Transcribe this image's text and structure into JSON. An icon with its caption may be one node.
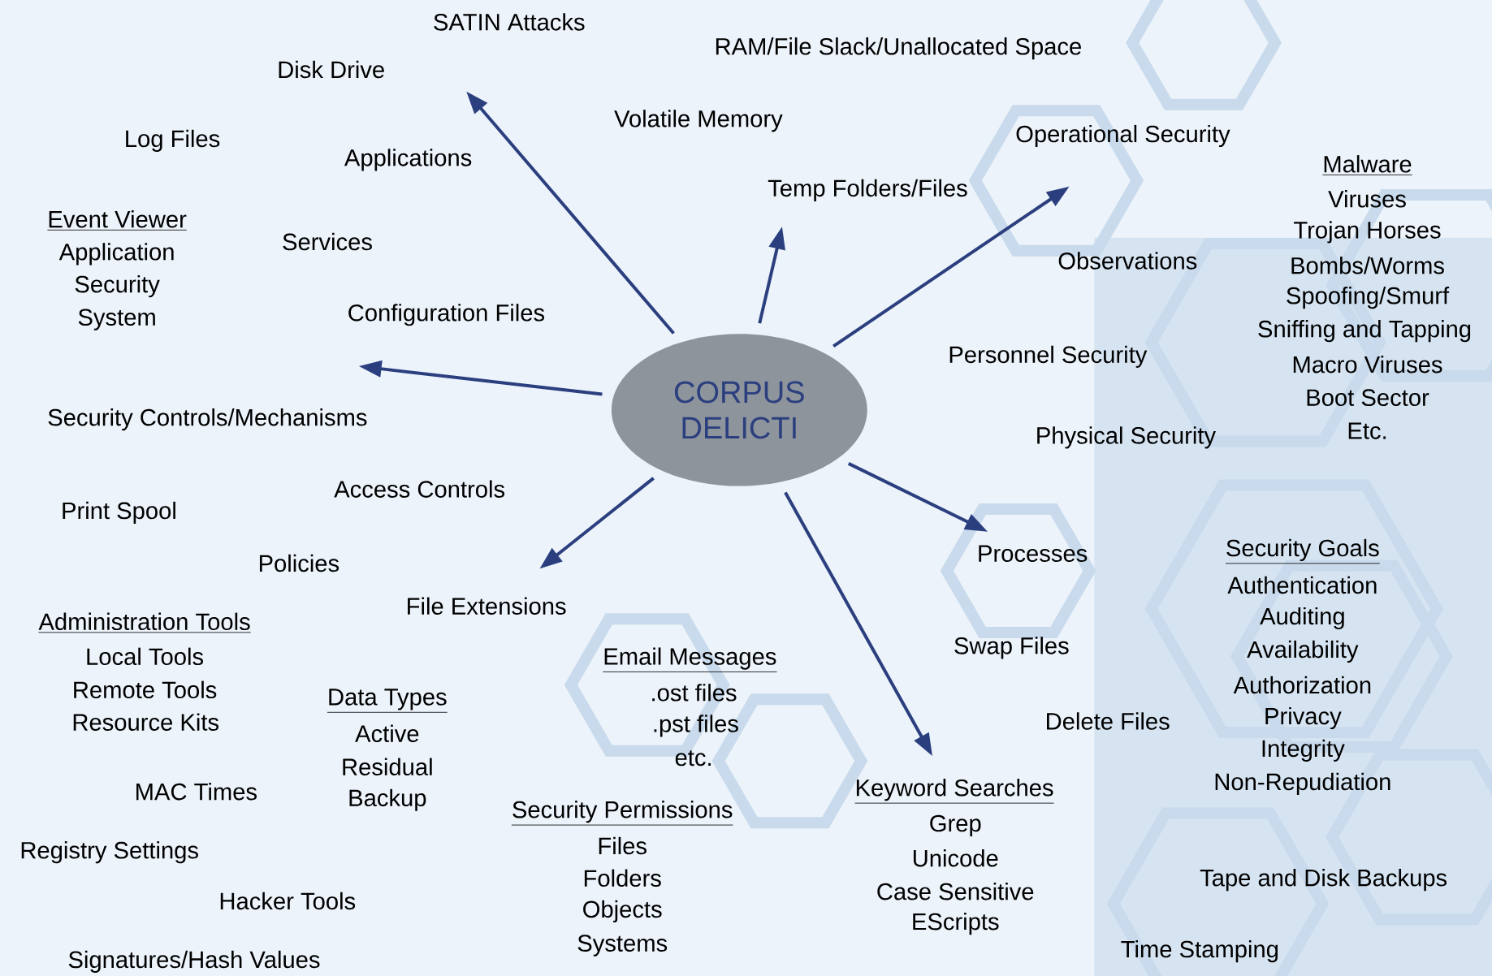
{
  "diagram": {
    "nodes": [
      {
        "text": [
          "CORPUS DELICTI"
        ]
      },
      {
        "text": [
          "Processes"
        ]
      }
    ],
    "edges": [
      {
        "from": 0,
        "to": null,
        "arrow": "to"
      },
      {
        "from": 0,
        "to": null,
        "arrow": "to"
      },
      {
        "from": 0,
        "to": null,
        "arrow": "to"
      },
      {
        "from": 0,
        "to": null,
        "arrow": "to"
      },
      {
        "from": 0,
        "to": 1,
        "arrow": "to"
      },
      {
        "from": 0,
        "to": null,
        "arrow": "to"
      },
      {
        "from": 0,
        "to": null,
        "arrow": "to"
      }
    ],
    "labels": [
      "SATIN Attacks",
      "RAM/File Slack/Unallocated Space",
      "Disk Drive",
      "Volatile Memory",
      "Operational Security",
      "Log Files",
      "Applications",
      "Malware",
      "Temp Folders/Files",
      "Viruses",
      "Event Viewer",
      "Trojan Horses",
      "Services",
      "Application",
      "Observations",
      "Bombs/Worms",
      "Security",
      "Spoofing/Smurf",
      "Configuration Files",
      "System",
      "Sniffing and Tapping",
      "Personnel Security",
      "Macro Viruses",
      "Boot Sector",
      "Security Controls/Mechanisms",
      "Etc.",
      "Physical Security",
      "Access Controls",
      "Print Spool",
      "Security Goals",
      "Policies",
      "Authentication",
      "File Extensions",
      "Auditing",
      "Administration Tools",
      "Swap Files",
      "Availability",
      "Local Tools",
      "Email Messages",
      "Authorization",
      "Remote Tools",
      ".ost files",
      "Data Types",
      "Delete Files",
      "Privacy",
      "Resource Kits",
      ".pst files",
      "Active",
      "Integrity",
      "etc.",
      "Residual",
      "MAC Times",
      "Keyword Searches",
      "Non-Repudiation",
      "Backup",
      "Security Permissions",
      "Files",
      "Grep",
      "Registry Settings",
      "Folders",
      "Unicode",
      "Tape and Disk Backups",
      "Hacker Tools",
      "Case Sensitive",
      "Objects",
      "EScripts",
      "Systems",
      "Time Stamping",
      "Signatures/Hash Values"
    ]
  }
}
